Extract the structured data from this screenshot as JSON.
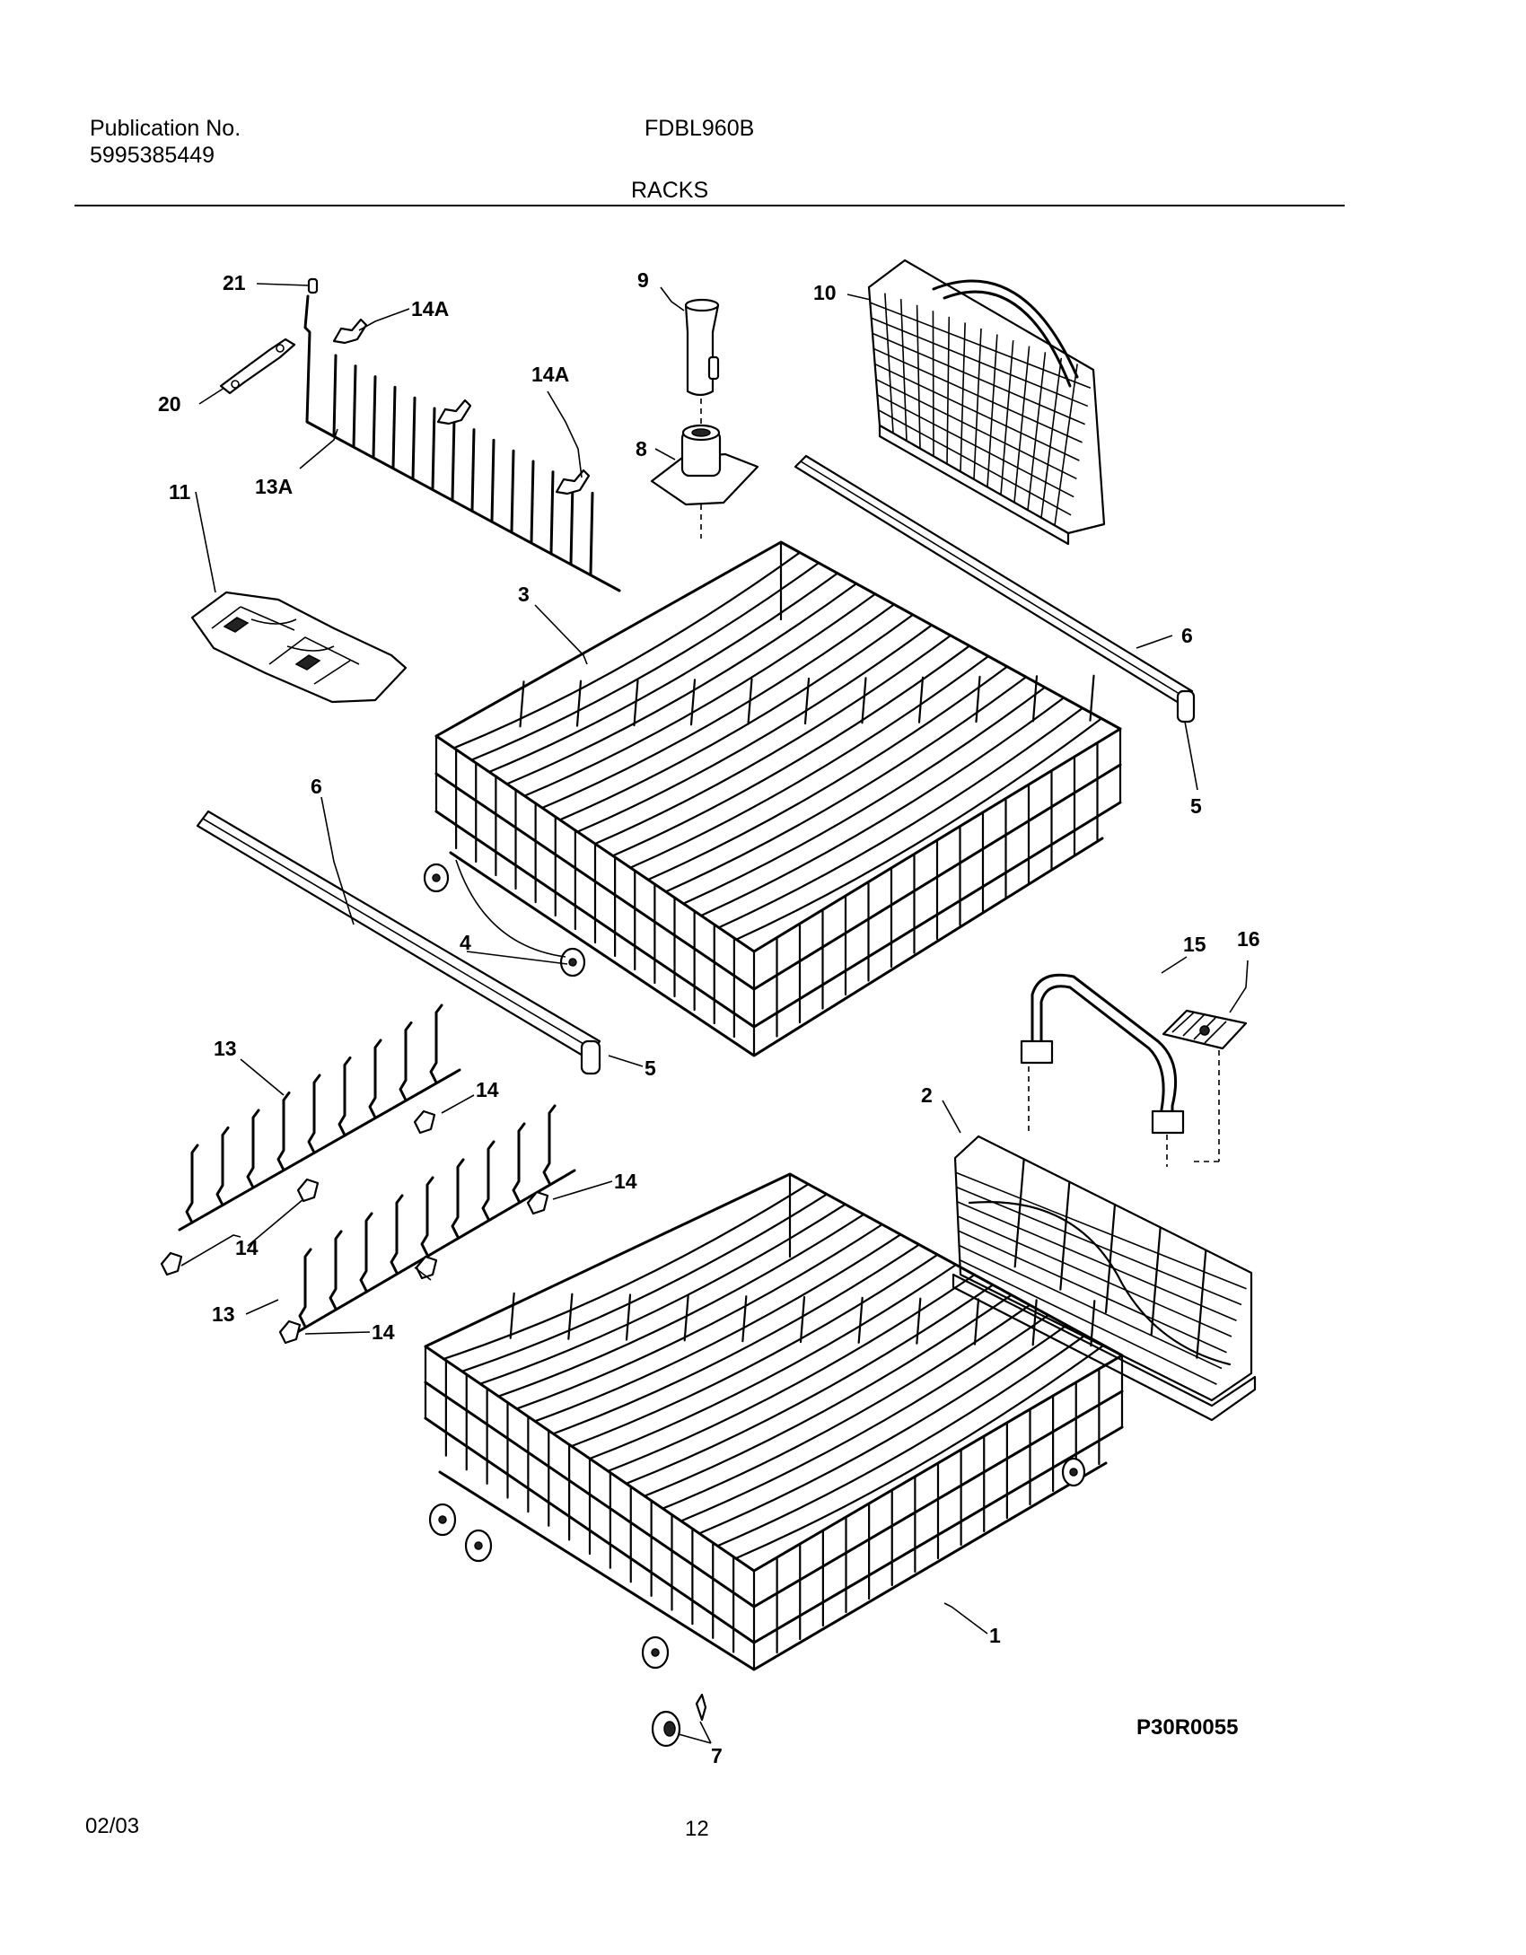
{
  "header": {
    "publication_label": "Publication No.",
    "publication_number": "5995385449",
    "model": "FDBL960B",
    "section": "RACKS"
  },
  "callouts": {
    "c21": "21",
    "c14a_1": "14A",
    "c14a_2": "14A",
    "c20": "20",
    "c13a": "13A",
    "c11": "11",
    "c9": "9",
    "c8": "8",
    "c10": "10",
    "c3": "3",
    "c6_right": "6",
    "c5_right": "5",
    "c6_left": "6",
    "c4": "4",
    "c5_left": "5",
    "c15": "15",
    "c16": "16",
    "c2": "2",
    "c13_top": "13",
    "c14_1": "14",
    "c14_2": "14",
    "c14_3": "14",
    "c13_bottom": "13",
    "c14_4": "14",
    "c1": "1",
    "c7": "7"
  },
  "figure_code": "P30R0055",
  "footer": {
    "date": "02/03",
    "page": "12"
  }
}
